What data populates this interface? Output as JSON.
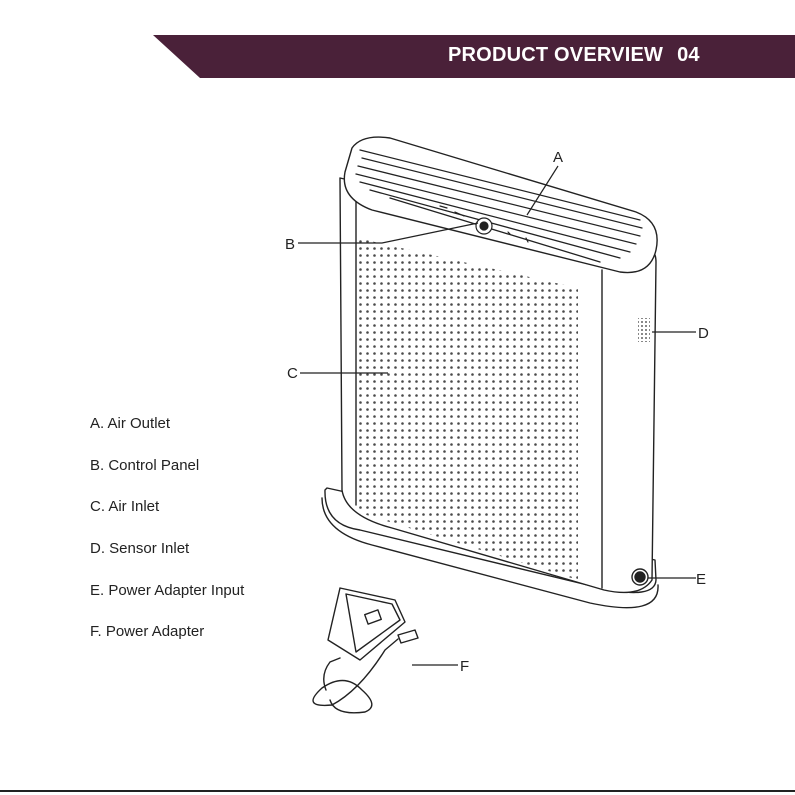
{
  "header": {
    "title": "PRODUCT OVERVIEW",
    "page_number": "04",
    "band_color": "#4a2139"
  },
  "callouts": {
    "a": "A",
    "b": "B",
    "c": "C",
    "d": "D",
    "e": "E",
    "f": "F"
  },
  "legend": [
    "A. Air Outlet",
    "B. Control Panel",
    "C. Air Inlet",
    "D. Sensor Inlet",
    "E. Power Adapter Input",
    "F. Power Adapter"
  ]
}
